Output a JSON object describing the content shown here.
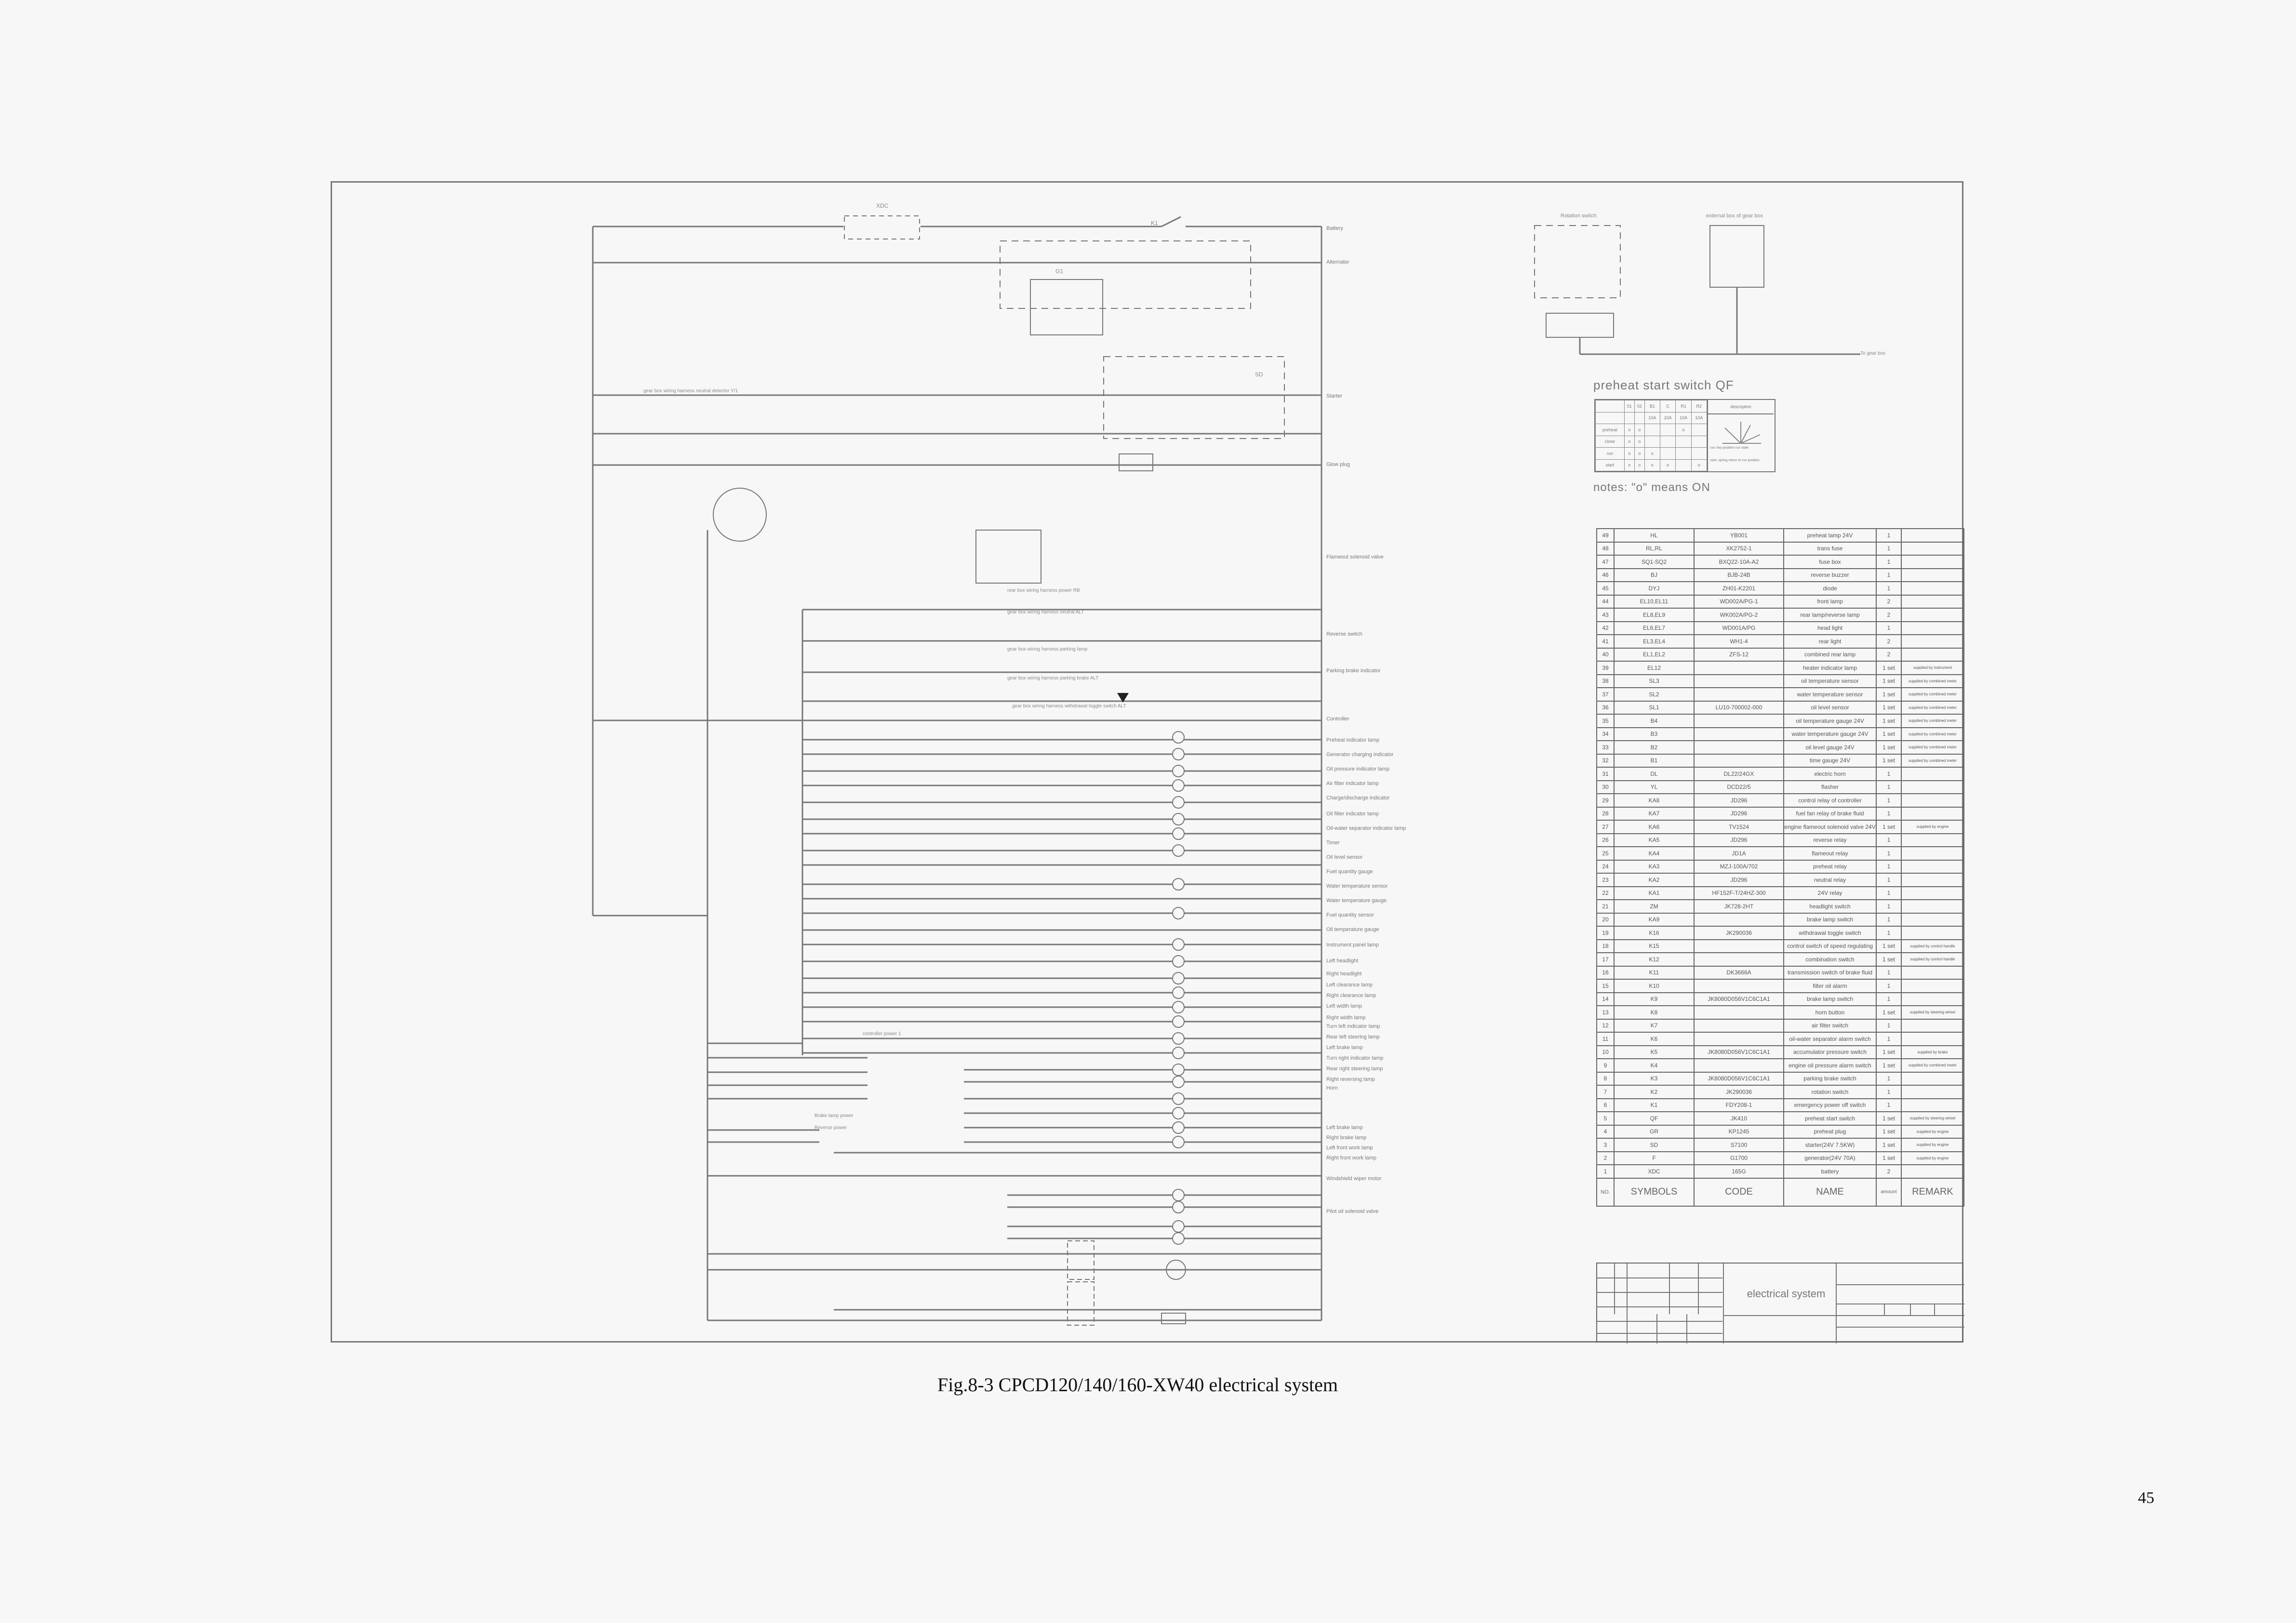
{
  "figure": {
    "caption": "Fig.8-3 CPCD120/140/160-XW40 electrical system",
    "page_number": "45"
  },
  "diagram": {
    "top_labels": {
      "battery_symbol": "XDC",
      "main_switch": "K1",
      "generator_group": "G1",
      "starter_group": "SD"
    },
    "left_notes": {
      "rear_box_note": "gear box wiring harness neutral detector Y/1",
      "power_note": "controller power 1",
      "wire_notes": [
        "rear box wiring harness power RB",
        "gear box wiring harness neutral ALT",
        "gear box wiring harness parking lamp",
        "gear box wiring harness parking brake ALT",
        "gear box wiring harness withdrawal toggle switch ALT",
        "Brake lamp power",
        "Reverse power"
      ]
    },
    "right_labels": [
      "Battery",
      "Alternator",
      "Starter",
      "",
      "Glow plug",
      "Flameout solenoid valve",
      "Reverse switch",
      "Parking brake indicator",
      "Controller",
      "Preheat indicator lamp",
      "Generator charging indicator",
      "Oil pressure indicator lamp",
      "Air filter indicator lamp",
      "Charge/discharge indicator",
      "Oil filter indicator lamp",
      "Oil-water separator indicator lamp",
      "Timer",
      "Oil level sensor",
      "Fuel quantity gauge",
      "Water temperature sensor",
      "Water temperature gauge",
      "Fuel quantity sensor",
      "Oil temperature gauge",
      "Instrument panel lamp",
      "Left headlight",
      "Right headlight",
      "Left clearance lamp",
      "Right clearance lamp",
      "Left width lamp",
      "Right width lamp",
      "Turn left indicator lamp",
      "Rear left steering lamp",
      "Left brake lamp",
      "Turn right indicator lamp",
      "Rear right steering lamp",
      "Right reversing lamp",
      "Horn",
      "",
      "",
      "Left brake lamp",
      "Right brake lamp",
      "Left front work lamp",
      "Right front work lamp",
      "Windshield wiper motor",
      "Pilot oil solenoid valve"
    ]
  },
  "auxiliary": {
    "rotation_switch_label": "Rotation switch",
    "external_box_label": "external box of gear box",
    "ground_label": "To gear box"
  },
  "preheat_switch": {
    "title": "preheat start switch QF",
    "note": "notes: \"o\" means ON",
    "columns": [
      "01",
      "02",
      "B1",
      "C",
      "R1",
      "R2",
      "description"
    ],
    "ratings": [
      "",
      "",
      "10A",
      "10A",
      "10A",
      "10A"
    ],
    "rows": [
      {
        "position": "preheat",
        "pattern": [
          "o",
          "o",
          "",
          "",
          "o",
          ""
        ]
      },
      {
        "position": "close",
        "pattern": [
          "o",
          "o",
          "",
          "",
          "",
          ""
        ]
      },
      {
        "position": "run",
        "pattern": [
          "o",
          "o",
          "o",
          "",
          "",
          ""
        ]
      },
      {
        "position": "start",
        "pattern": [
          "o",
          "o",
          "o",
          "o",
          "",
          "o"
        ]
      }
    ],
    "description_lines": [
      "preheat",
      "close",
      "run",
      "start",
      "run: key position run state",
      "start: spring return to run position"
    ]
  },
  "parts_table": {
    "headers": [
      "NO.",
      "SYMBOLS",
      "CODE",
      "NAME",
      "amount",
      "REMARK"
    ],
    "rows": [
      [
        "49",
        "HL",
        "YB001",
        "preheat lamp 24V",
        "1",
        ""
      ],
      [
        "48",
        "RL,RL",
        "XK2752-1",
        "trans fuse",
        "1",
        ""
      ],
      [
        "47",
        "SQ1-SQ2",
        "BXQ22-10A-A2",
        "fuse box",
        "1",
        ""
      ],
      [
        "46",
        "BJ",
        "BJB-24B",
        "reverse buzzer",
        "1",
        ""
      ],
      [
        "45",
        "DYJ",
        "ZH01-K2201",
        "diode",
        "1",
        ""
      ],
      [
        "44",
        "EL10,EL11",
        "WD002A/PG-1",
        "front lamp",
        "2",
        ""
      ],
      [
        "43",
        "EL8,EL9",
        "WK002A/PG-2",
        "rear lamp/reverse lamp",
        "2",
        ""
      ],
      [
        "42",
        "EL6,EL7",
        "WD001A/PG",
        "head light",
        "1",
        ""
      ],
      [
        "41",
        "EL3,EL4",
        "WH1-4",
        "rear light",
        "2",
        ""
      ],
      [
        "40",
        "EL1,EL2",
        "ZFS-12",
        "combined rear lamp",
        "2",
        ""
      ],
      [
        "39",
        "EL12",
        "",
        "heater indicator lamp",
        "1 set",
        "supplied by instrument"
      ],
      [
        "38",
        "SL3",
        "",
        "oil temperature sensor",
        "1 set",
        "supplied by combined meter"
      ],
      [
        "37",
        "SL2",
        "",
        "water temperature sensor",
        "1 set",
        "supplied by combined meter"
      ],
      [
        "36",
        "SL1",
        "LU10-700002-000",
        "oil level sensor",
        "1 set",
        "supplied by combined meter"
      ],
      [
        "35",
        "B4",
        "",
        "oil temperature gauge 24V",
        "1 set",
        "supplied by combined meter"
      ],
      [
        "34",
        "B3",
        "",
        "water temperature gauge 24V",
        "1 set",
        "supplied by combined meter"
      ],
      [
        "33",
        "B2",
        "",
        "oil level gauge 24V",
        "1 set",
        "supplied by combined meter"
      ],
      [
        "32",
        "B1",
        "",
        "time gauge 24V",
        "1 set",
        "supplied by combined meter"
      ],
      [
        "31",
        "DL",
        "DL22/24GX",
        "electric horn",
        "1",
        ""
      ],
      [
        "30",
        "YL",
        "DCD22/5",
        "flasher",
        "1",
        ""
      ],
      [
        "29",
        "KA8",
        "JD296",
        "control relay of controller",
        "1",
        ""
      ],
      [
        "28",
        "KA7",
        "JD296",
        "fuel fan relay of brake fluid",
        "1",
        ""
      ],
      [
        "27",
        "KA6",
        "TV1524",
        "engine flameout solenoid valve 24V",
        "1 set",
        "supplied by engine"
      ],
      [
        "26",
        "KA5",
        "JD296",
        "reverse relay",
        "1",
        ""
      ],
      [
        "25",
        "KA4",
        "JD1A",
        "flameout relay",
        "1",
        ""
      ],
      [
        "24",
        "KA3",
        "MZJ-100A/702",
        "preheat relay",
        "1",
        ""
      ],
      [
        "23",
        "KA2",
        "JD296",
        "neutral relay",
        "1",
        ""
      ],
      [
        "22",
        "KA1",
        "HF152F-T/24HZ-300",
        "24V relay",
        "1",
        ""
      ],
      [
        "21",
        "ZM",
        "JK728-2HT",
        "headlight switch",
        "1",
        ""
      ],
      [
        "20",
        "KA9",
        "",
        "brake lamp switch",
        "1",
        ""
      ],
      [
        "19",
        "K16",
        "JK290036",
        "withdrawal toggle switch",
        "1",
        ""
      ],
      [
        "18",
        "K15",
        "",
        "control switch of speed regulating",
        "1 set",
        "supplied by control handle"
      ],
      [
        "17",
        "K12",
        "",
        "combination switch",
        "1 set",
        "supplied by control handle"
      ],
      [
        "16",
        "K11",
        "DK3666A",
        "transmission switch of brake fluid",
        "1",
        ""
      ],
      [
        "15",
        "K10",
        "",
        "filter oil alarm",
        "1",
        ""
      ],
      [
        "14",
        "K9",
        "JK8080D056V1C6C1A1",
        "brake lamp switch",
        "1",
        ""
      ],
      [
        "13",
        "K8",
        "",
        "horn button",
        "1 set",
        "supplied by steering wheel"
      ],
      [
        "12",
        "K7",
        "",
        "air filter switch",
        "1",
        ""
      ],
      [
        "11",
        "K6",
        "",
        "oil-water separator alarm switch",
        "1",
        ""
      ],
      [
        "10",
        "K5",
        "JK8080D056V1C6C1A1",
        "accumulator pressure switch",
        "1 set",
        "supplied by brake"
      ],
      [
        "9",
        "K4",
        "",
        "engine oil pressure alarm switch",
        "1 set",
        "supplied by combined meter"
      ],
      [
        "8",
        "K3",
        "JK8080D056V1C6C1A1",
        "parking brake switch",
        "1",
        ""
      ],
      [
        "7",
        "K2",
        "JK290036",
        "rotation switch",
        "1",
        ""
      ],
      [
        "6",
        "K1",
        "FDY208-1",
        "emergency power off switch",
        "1",
        ""
      ],
      [
        "5",
        "QF",
        "JK410",
        "preheat start switch",
        "1 set",
        "supplied by steering wheel"
      ],
      [
        "4",
        "GR",
        "KP1245",
        "preheat plug",
        "1 set",
        "supplied by engine"
      ],
      [
        "3",
        "SD",
        "S7100",
        "starter(24V 7.5KW)",
        "1 set",
        "supplied by engine"
      ],
      [
        "2",
        "F",
        "G1700",
        "generator(24V 70A)",
        "1 set",
        "supplied by engine"
      ],
      [
        "1",
        "XDC",
        "165G",
        "battery",
        "2",
        ""
      ]
    ]
  },
  "title_block": {
    "name": "electrical system"
  }
}
